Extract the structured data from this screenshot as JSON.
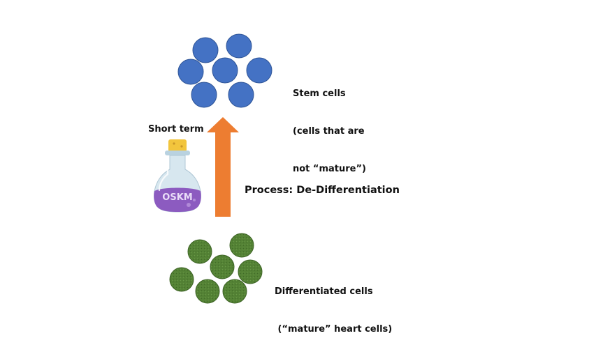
{
  "stem_cells": {
    "label_line1": "Stem cells",
    "label_line2": "(cells that are",
    "label_line3": "not “mature”)",
    "color": "#4472C4"
  },
  "potion": {
    "caption": "Short term",
    "label": "OSKM",
    "liquid_color": "#8C5BC0",
    "cork_color": "#F2C53D"
  },
  "arrow": {
    "label": "Process: De-Differentiation",
    "color": "#ED7D31"
  },
  "differentiated_cells": {
    "label_line1": "Differentiated cells",
    "label_line2": " (“mature” heart cells)",
    "color": "#548235"
  }
}
